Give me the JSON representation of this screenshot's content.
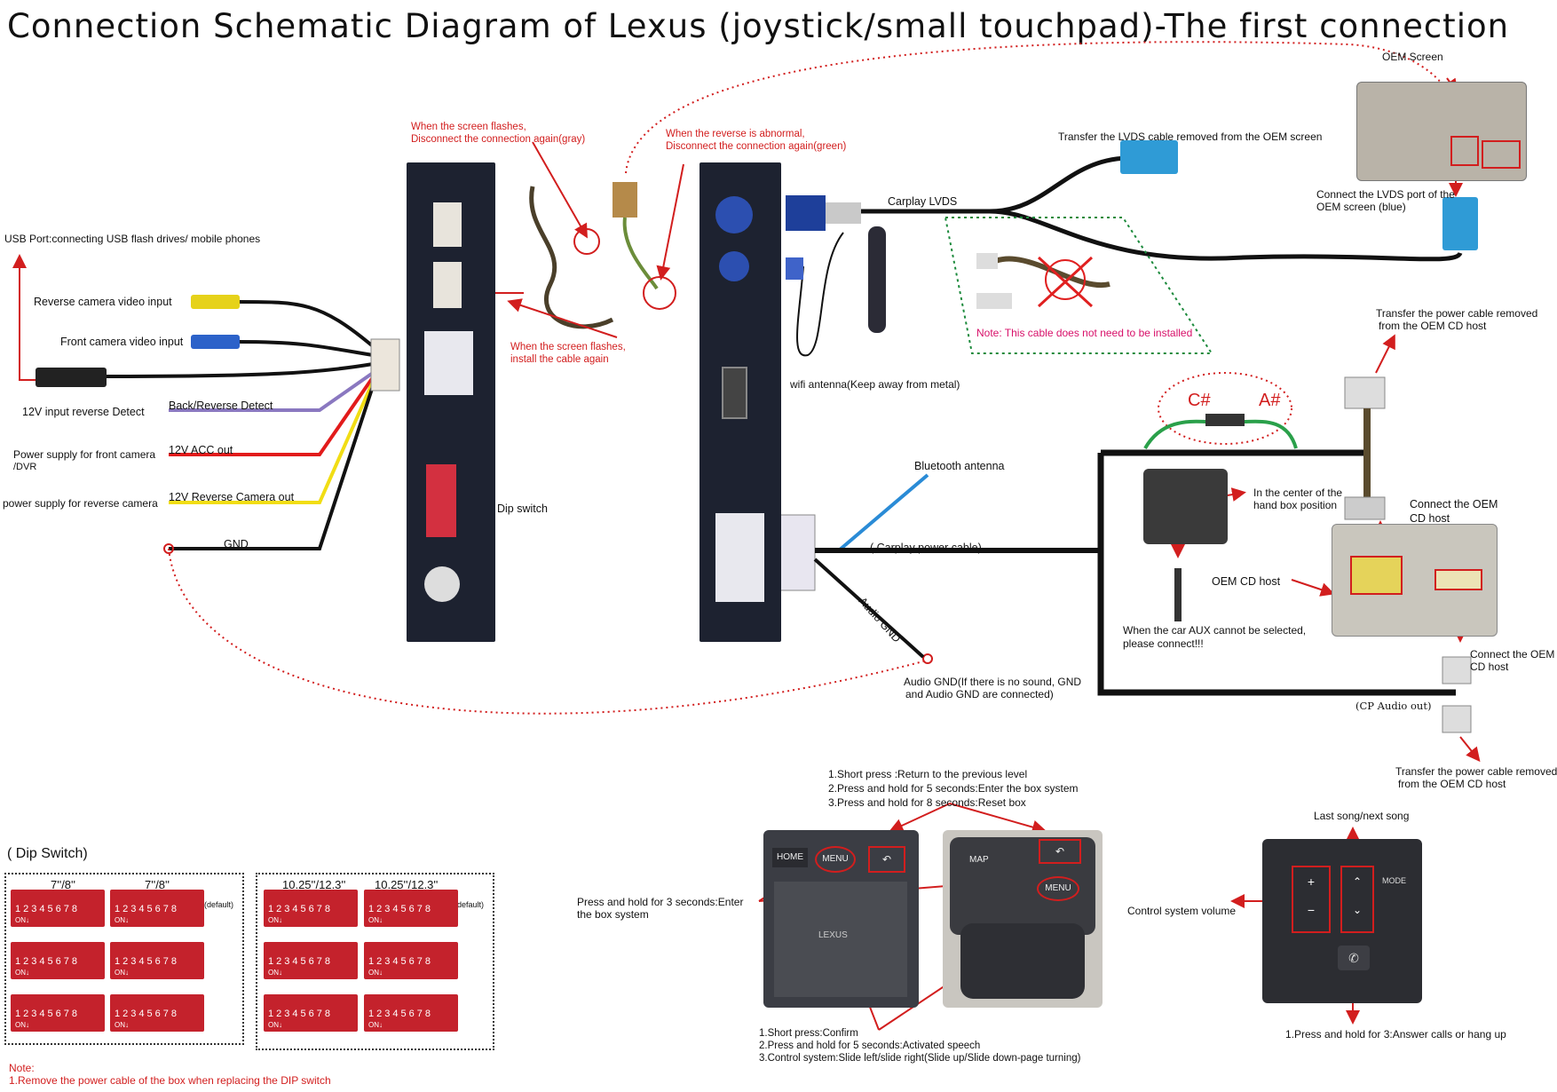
{
  "title": "Connection Schematic Diagram of Lexus (joystick/small touchpad)-The first connection",
  "left_labels": {
    "usb": "USB Port:connecting  USB flash drives/ mobile phones",
    "reverse_video": "Reverse camera video input",
    "front_video": "Front camera video input",
    "reverse_detect": "12V  input reverse Detect",
    "back_reverse": "Back/Reverse Detect",
    "front_power": "Power supply for front camera",
    "front_power_2": "/DVR",
    "acc_out": "12V ACC out",
    "reverse_power": "power supply for reverse camera",
    "reverse_cam_out": "12V Reverse Camera out",
    "gnd": "GND"
  },
  "box1": {
    "flash_gray_1": "When the screen flashes,",
    "flash_gray_2": "Disconnect the connection again(gray)",
    "flash_install_1": "When the screen flashes,",
    "flash_install_2": "install the cable again",
    "dip_switch": "Dip switch"
  },
  "box2": {
    "reverse_abnormal_1": "When the reverse is abnormal,",
    "reverse_abnormal_2": "Disconnect the connection again(green)",
    "carplay_lvds": "Carplay LVDS",
    "wifi_antenna": "wifi antenna(Keep away from metal)",
    "bluetooth_antenna": "Bluetooth antenna",
    "carplay_power": "( Carplay power cable)",
    "audio_gnd": "Audio GND",
    "audio_gnd_note_1": "Audio GND(If there is no sound, GND",
    "audio_gnd_note_2": "and Audio GND are connected)"
  },
  "right": {
    "oem_screen": "OEM Screen",
    "transfer_lvds": "Transfer the LVDS cable removed from the OEM screen",
    "connect_lvds_1": "Connect the LVDS port of the",
    "connect_lvds_2": "OEM screen (blue)",
    "not_installed": "Note: This cable does not need to be installed",
    "transfer_power_1": "Transfer the power cable removed",
    "transfer_power_2": "from the OEM CD host",
    "c_sharp": "C#",
    "a_sharp": "A#",
    "hand_box_1": "In the center of the",
    "hand_box_2": "hand box position",
    "connect_oem_cd_1": "Connect the OEM",
    "connect_oem_cd_2": "CD host",
    "oem_cd_host": "OEM CD host",
    "aux_1": "When the car AUX cannot be selected,",
    "aux_2": "please connect!!!",
    "connect_oem_cd_b_1": "Connect the OEM",
    "connect_oem_cd_b_2": "CD host",
    "cp_audio_out": "(CP Audio out)",
    "transfer_power_b_1": "Transfer the power cable removed",
    "transfer_power_b_2": "from the OEM CD host"
  },
  "dip_section": {
    "heading": "( Dip Switch)",
    "group1_label_a": "7''/8''",
    "group1_label_b": "7''/8''",
    "group2_label_a": "10.25''/12.3''",
    "group2_label_b": "10.25''/12.3''",
    "default": "(default)",
    "digits": "12345678",
    "on": "ON↓",
    "note_label": "Note:",
    "note_text": "1.Remove the power cable of the box when replacing the DIP switch"
  },
  "touchpad": {
    "back_1": "1.Short press :Return to the previous level",
    "back_2": "2.Press and hold for 5 seconds:Enter the box system",
    "back_3": "3.Press and hold for 8 seconds:Reset box",
    "menu_1": "Press and hold for 3 seconds:Enter",
    "menu_2": "the box system",
    "pad_1": "1.Short press:Confirm",
    "pad_2": "2.Press and hold for 5 seconds:Activated speech",
    "pad_3": "3.Control system:Slide left/slide right(Slide up/Slide down-page turning)",
    "home": "HOME",
    "menu": "MENU",
    "map": "MAP",
    "menu2": "MENU",
    "brand": "LEXUS"
  },
  "steering": {
    "last_next": "Last song/next song",
    "volume": "Control system volume",
    "answer": "1.Press and hold for 3:Answer calls or hang up",
    "mode": "MODE"
  },
  "colors": {
    "arrow": "#d21e1e",
    "box": "#1d2230",
    "dip": "#c4222c",
    "purple_wire": "#8a78c0",
    "red_wire": "#e21b1b",
    "yellow_wire": "#f1dd14",
    "blue_wire": "#2a8bd6"
  }
}
